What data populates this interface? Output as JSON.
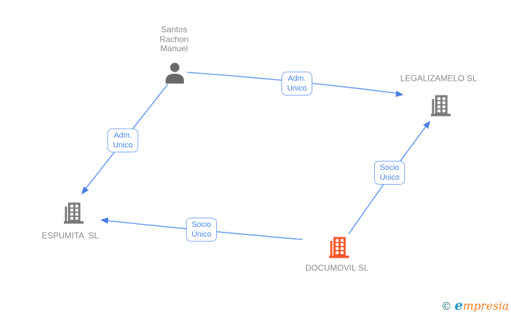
{
  "graph": {
    "nodes": [
      {
        "id": "person",
        "label": "Santos\nRachon\nManuel",
        "type": "person",
        "color": "#696969"
      },
      {
        "id": "legalizamelo",
        "label": "LEGALIZAMELO SL",
        "type": "company",
        "color": "#7a7a7a"
      },
      {
        "id": "espumita",
        "label": "ESPUMITA  SL",
        "type": "company",
        "color": "#7a7a7a"
      },
      {
        "id": "documovil",
        "label": "DOCUMOVIL SL",
        "type": "company",
        "color": "#f4582c"
      }
    ],
    "edges": [
      {
        "from": "person",
        "to": "legalizamelo",
        "label": "Adm.\nUnico"
      },
      {
        "from": "person",
        "to": "espumita",
        "label": "Adm.\nUnico"
      },
      {
        "from": "documovil",
        "to": "espumita",
        "label": "Socio\nÚnico"
      },
      {
        "from": "documovil",
        "to": "legalizamelo",
        "label": "Socio\nÚnico"
      }
    ],
    "colors": {
      "edge_line": "#6d9eeb",
      "arrowhead": "#4a7de0",
      "edge_label_border": "#7fa9f2",
      "edge_label_text": "#4b87e8",
      "node_label_text": "#8b8b8b",
      "company_gray": "#7a7a7a",
      "company_highlight_orange": "#f4582c"
    }
  },
  "footer": {
    "copyright_symbol": "©",
    "logo_e": "e",
    "logo_rest": "mpresia"
  }
}
